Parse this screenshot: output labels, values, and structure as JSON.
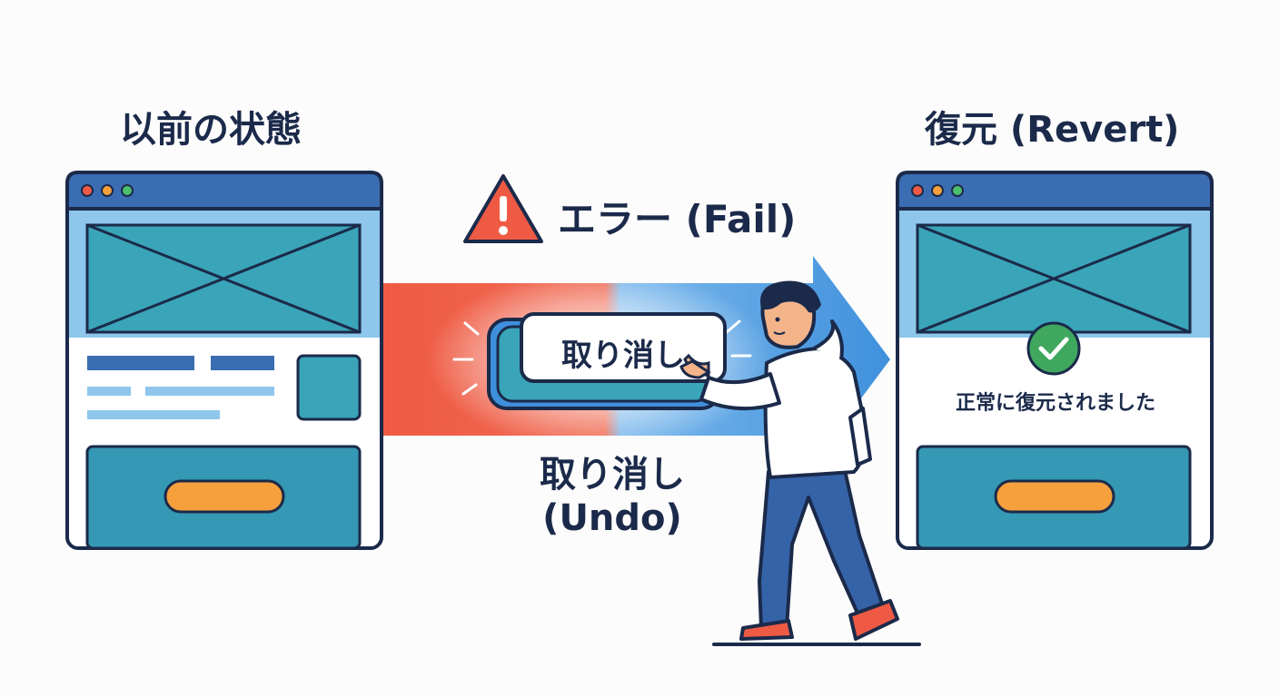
{
  "left_panel": {
    "title": "以前の状態"
  },
  "right_panel": {
    "title": "復元 (Revert)",
    "success_message": "正常に復元されました"
  },
  "error": {
    "label": "エラー (Fail)",
    "icon": "warning-triangle-icon"
  },
  "undo_button": {
    "label": "取り消し"
  },
  "undo_caption": {
    "line1": "取り消し",
    "line2": "(Undo)"
  },
  "colors": {
    "frame_outline": "#1b2a4a",
    "titlebar": "#3b6db2",
    "hero": "#3aa4b8",
    "cta_block": "#3598b4",
    "cta_pill": "#f5a03c",
    "arrow_red": "#ef5a44",
    "arrow_blue": "#3f90dc",
    "check_green": "#3fa85e"
  }
}
